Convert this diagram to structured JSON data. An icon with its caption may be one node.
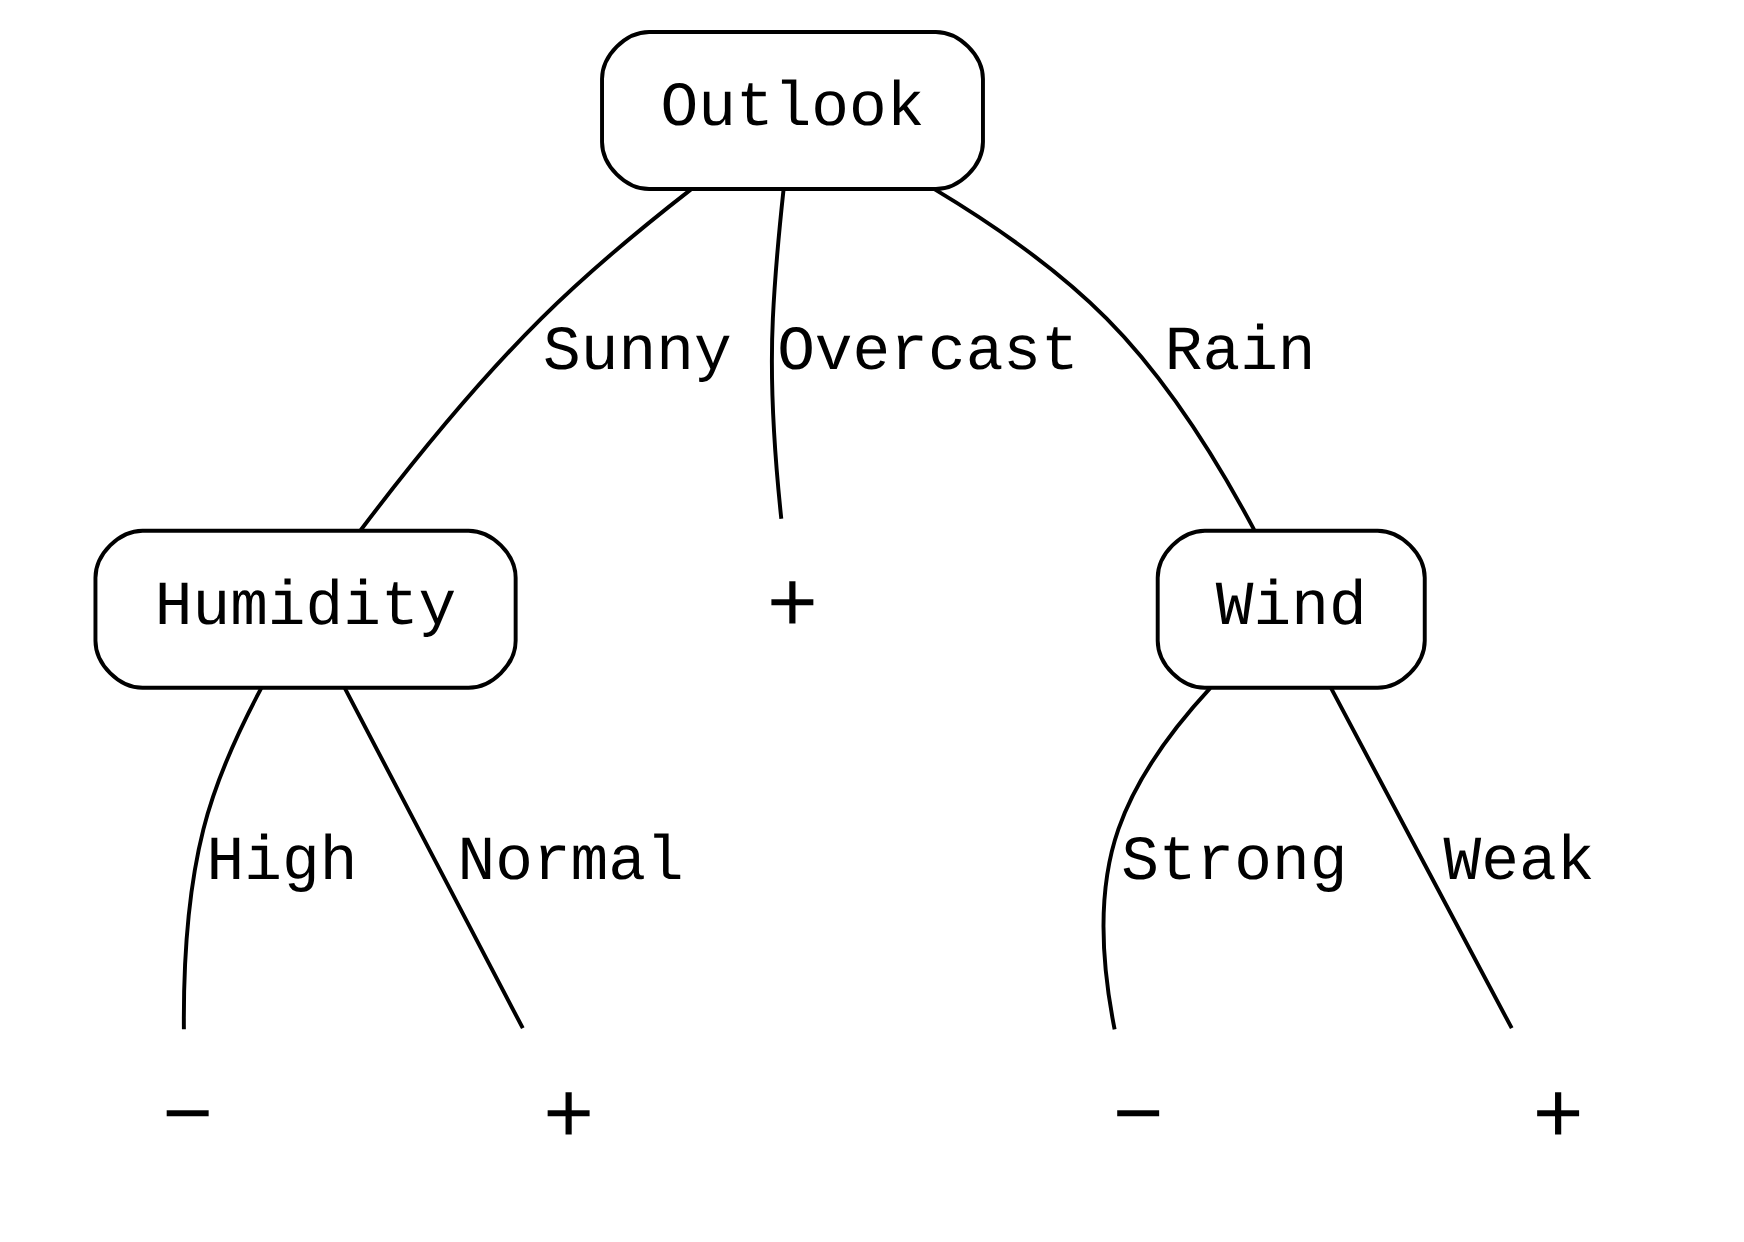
{
  "diagram": {
    "nodes": [
      {
        "text": [
          "Outlook"
        ]
      },
      {
        "text": [
          "Humidity"
        ]
      },
      {
        "text": [
          "+"
        ]
      },
      {
        "text": [
          "Wind"
        ]
      },
      {
        "text": [
          "−"
        ]
      },
      {
        "text": [
          "+"
        ]
      },
      {
        "text": [
          "−"
        ]
      },
      {
        "text": [
          "+"
        ]
      }
    ],
    "edges": [
      {
        "from": 0,
        "to": 1,
        "arrow": "none",
        "label": "Sunny"
      },
      {
        "from": 0,
        "to": 2,
        "arrow": "none",
        "label": "Overcast"
      },
      {
        "from": 0,
        "to": 3,
        "arrow": "none",
        "label": "Rain"
      },
      {
        "from": 1,
        "to": 4,
        "arrow": "none",
        "label": "High"
      },
      {
        "from": 1,
        "to": 5,
        "arrow": "none",
        "label": "Normal"
      },
      {
        "from": 3,
        "to": 6,
        "arrow": "none",
        "label": "Strong"
      },
      {
        "from": 3,
        "to": 7,
        "arrow": "none",
        "label": "Weak"
      }
    ]
  }
}
